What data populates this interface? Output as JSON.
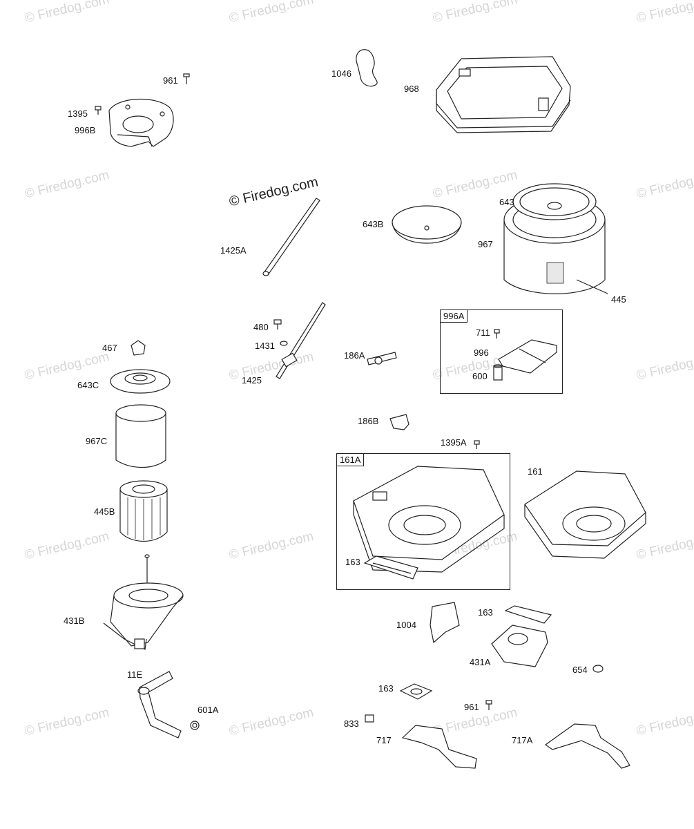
{
  "watermark_text": "© Firedog.com",
  "center_watermark": "© Firedog.com",
  "callouts": {
    "l961_top": "961",
    "l1395": "1395",
    "l996B": "996B",
    "l1046": "1046",
    "l968": "968",
    "l643": "643",
    "l643B": "643B",
    "l967": "967",
    "l445": "445",
    "l1425A": "1425A",
    "l480": "480",
    "l1431": "1431",
    "l1425": "1425",
    "l186A": "186A",
    "l711": "711",
    "l996": "996",
    "l600": "600",
    "l467": "467",
    "l643C": "643C",
    "l967C": "967C",
    "l445B": "445B",
    "l431B": "431B",
    "l11E": "11E",
    "l601A": "601A",
    "l186B": "186B",
    "l1395A": "1395A",
    "l161": "161",
    "l163_box": "163",
    "l1004": "1004",
    "l163_a": "163",
    "l431A": "431A",
    "l654": "654",
    "l163_b": "163",
    "l961_bot": "961",
    "l833": "833",
    "l717": "717",
    "l717A": "717A"
  },
  "boxes": {
    "b996A": "996A",
    "b161A": "161A"
  }
}
